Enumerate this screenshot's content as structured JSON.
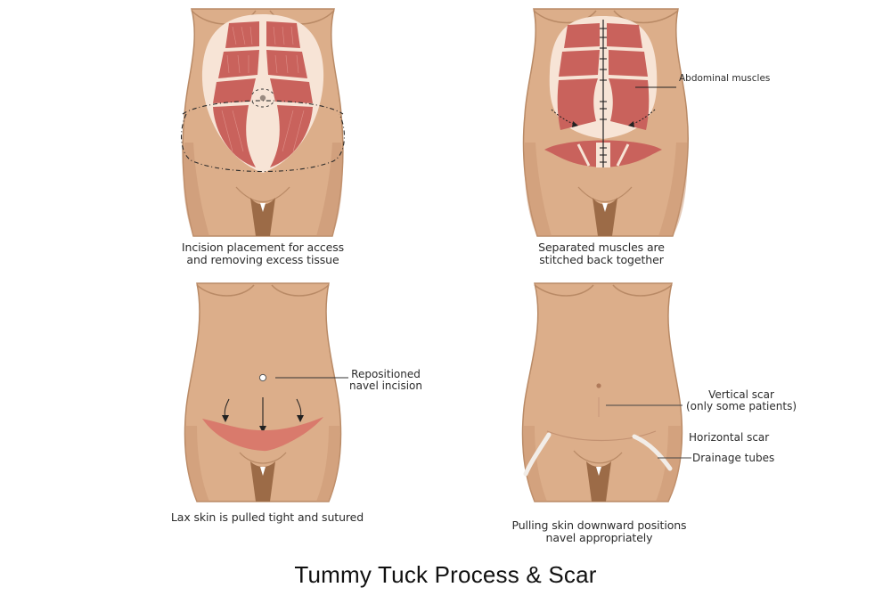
{
  "title": "Tummy Tuck Process & Scar",
  "colors": {
    "skin": "#dcae8a",
    "skin_shade": "#c99672",
    "skin_outline": "#b98a66",
    "groin": "#9c6b47",
    "muscle": "#c9625c",
    "muscle_sheath": "#f7e4d6",
    "incision": "#d97a6c",
    "drain_tube": "#f2ede8",
    "text": "#2b2b2b",
    "background": "#ffffff"
  },
  "panels": [
    {
      "id": "step-1",
      "position": "top-left",
      "caption_lines": [
        "Incision placement for access",
        "and removing excess tissue"
      ],
      "labels": []
    },
    {
      "id": "step-2",
      "position": "top-right",
      "caption_lines": [
        "Separated muscles are",
        "stitched back together"
      ],
      "labels": [
        {
          "text": "Abdominal muscles"
        }
      ]
    },
    {
      "id": "step-3",
      "position": "bottom-left",
      "caption_lines": [
        "Lax skin is pulled tight and sutured"
      ],
      "labels": [
        {
          "lines": [
            "Repositioned",
            "navel incision"
          ]
        }
      ]
    },
    {
      "id": "step-4",
      "position": "bottom-right",
      "caption_lines": [
        "Pulling skin downward positions",
        "navel appropriately"
      ],
      "labels": [
        {
          "lines": [
            "Vertical scar",
            "(only some patients)"
          ]
        },
        {
          "text": "Horizontal scar"
        },
        {
          "text": "Drainage tubes"
        }
      ]
    }
  ]
}
